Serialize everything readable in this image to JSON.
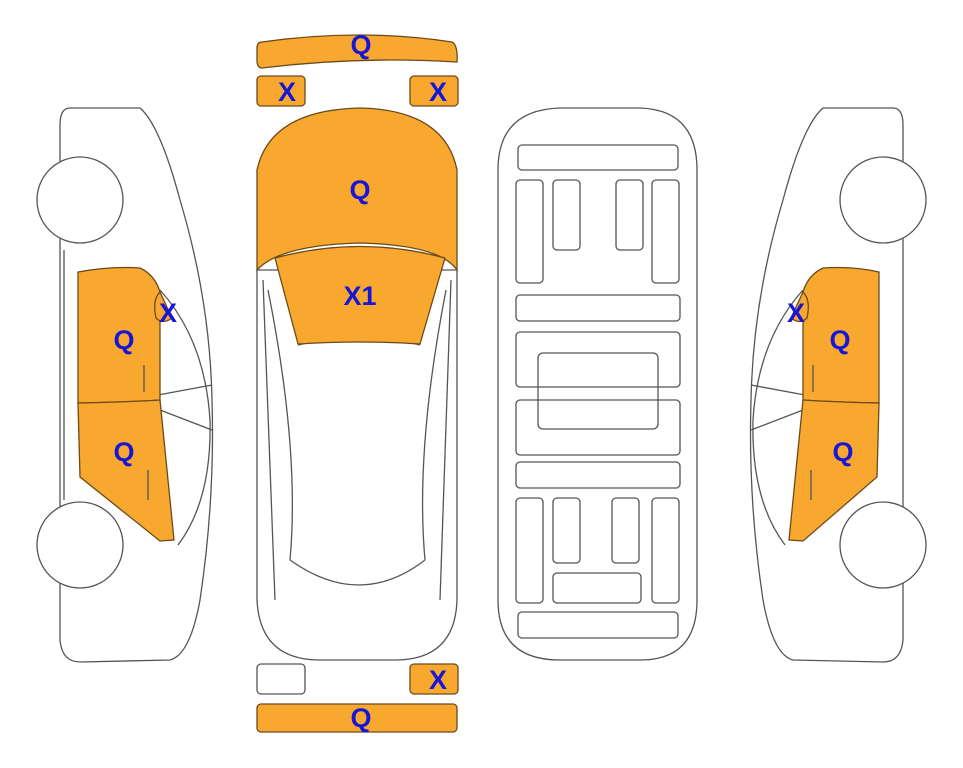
{
  "colors": {
    "damaged": "#F9A82F",
    "label": "#1616d8",
    "outline": "#555555"
  },
  "panels": {
    "front_bumper": "Q",
    "front_left_light": "X",
    "front_right_light": "X",
    "hood": "Q",
    "windshield": "X1",
    "left_mirror": "X",
    "left_front_door": "Q",
    "left_rear_door": "Q",
    "right_mirror": "X",
    "right_front_door": "Q",
    "right_rear_door": "Q",
    "rear_right_light": "X",
    "rear_bumper": "Q"
  }
}
